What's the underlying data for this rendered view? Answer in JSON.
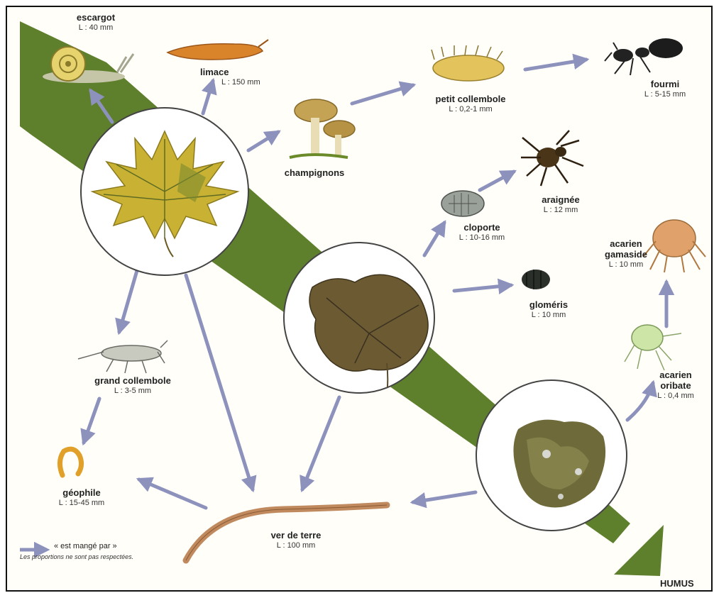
{
  "organisms": {
    "escargot": {
      "name": "escargot",
      "size": "L : 40 mm"
    },
    "limace": {
      "name": "limace",
      "size": "L : 150 mm"
    },
    "champignons": {
      "name": "champignons"
    },
    "petit_collembole": {
      "name": "petit collembole",
      "size": "L : 0,2-1 mm"
    },
    "fourmi": {
      "name": "fourmi",
      "size": "L : 5-15 mm"
    },
    "araignee": {
      "name": "araignée",
      "size": "L : 12 mm"
    },
    "cloporte": {
      "name": "cloporte",
      "size": "L : 10-16 mm"
    },
    "acarien_gamaside": {
      "name1": "acarien",
      "name2": "gamaside",
      "size": "L : 10 mm"
    },
    "glomeris": {
      "name": "gloméris",
      "size": "L : 10 mm"
    },
    "acarien_oribate": {
      "name1": "acarien",
      "name2": "oribate",
      "size": "L : 0,4 mm"
    },
    "grand_collembole": {
      "name": "grand collembole",
      "size": "L : 3-5 mm"
    },
    "geophile": {
      "name": "géophile",
      "size": "L : 15-45 mm"
    },
    "ver_de_terre": {
      "name": "ver de terre",
      "size": "L : 100 mm"
    }
  },
  "legend": {
    "arrow_text": "« est mangé par »",
    "note": "Les proportions ne sont pas respectées."
  },
  "humus_label": "HUMUS",
  "colors": {
    "band": "#5e7f2c",
    "arrow": "#8d92bd",
    "circle_border": "#444444"
  }
}
